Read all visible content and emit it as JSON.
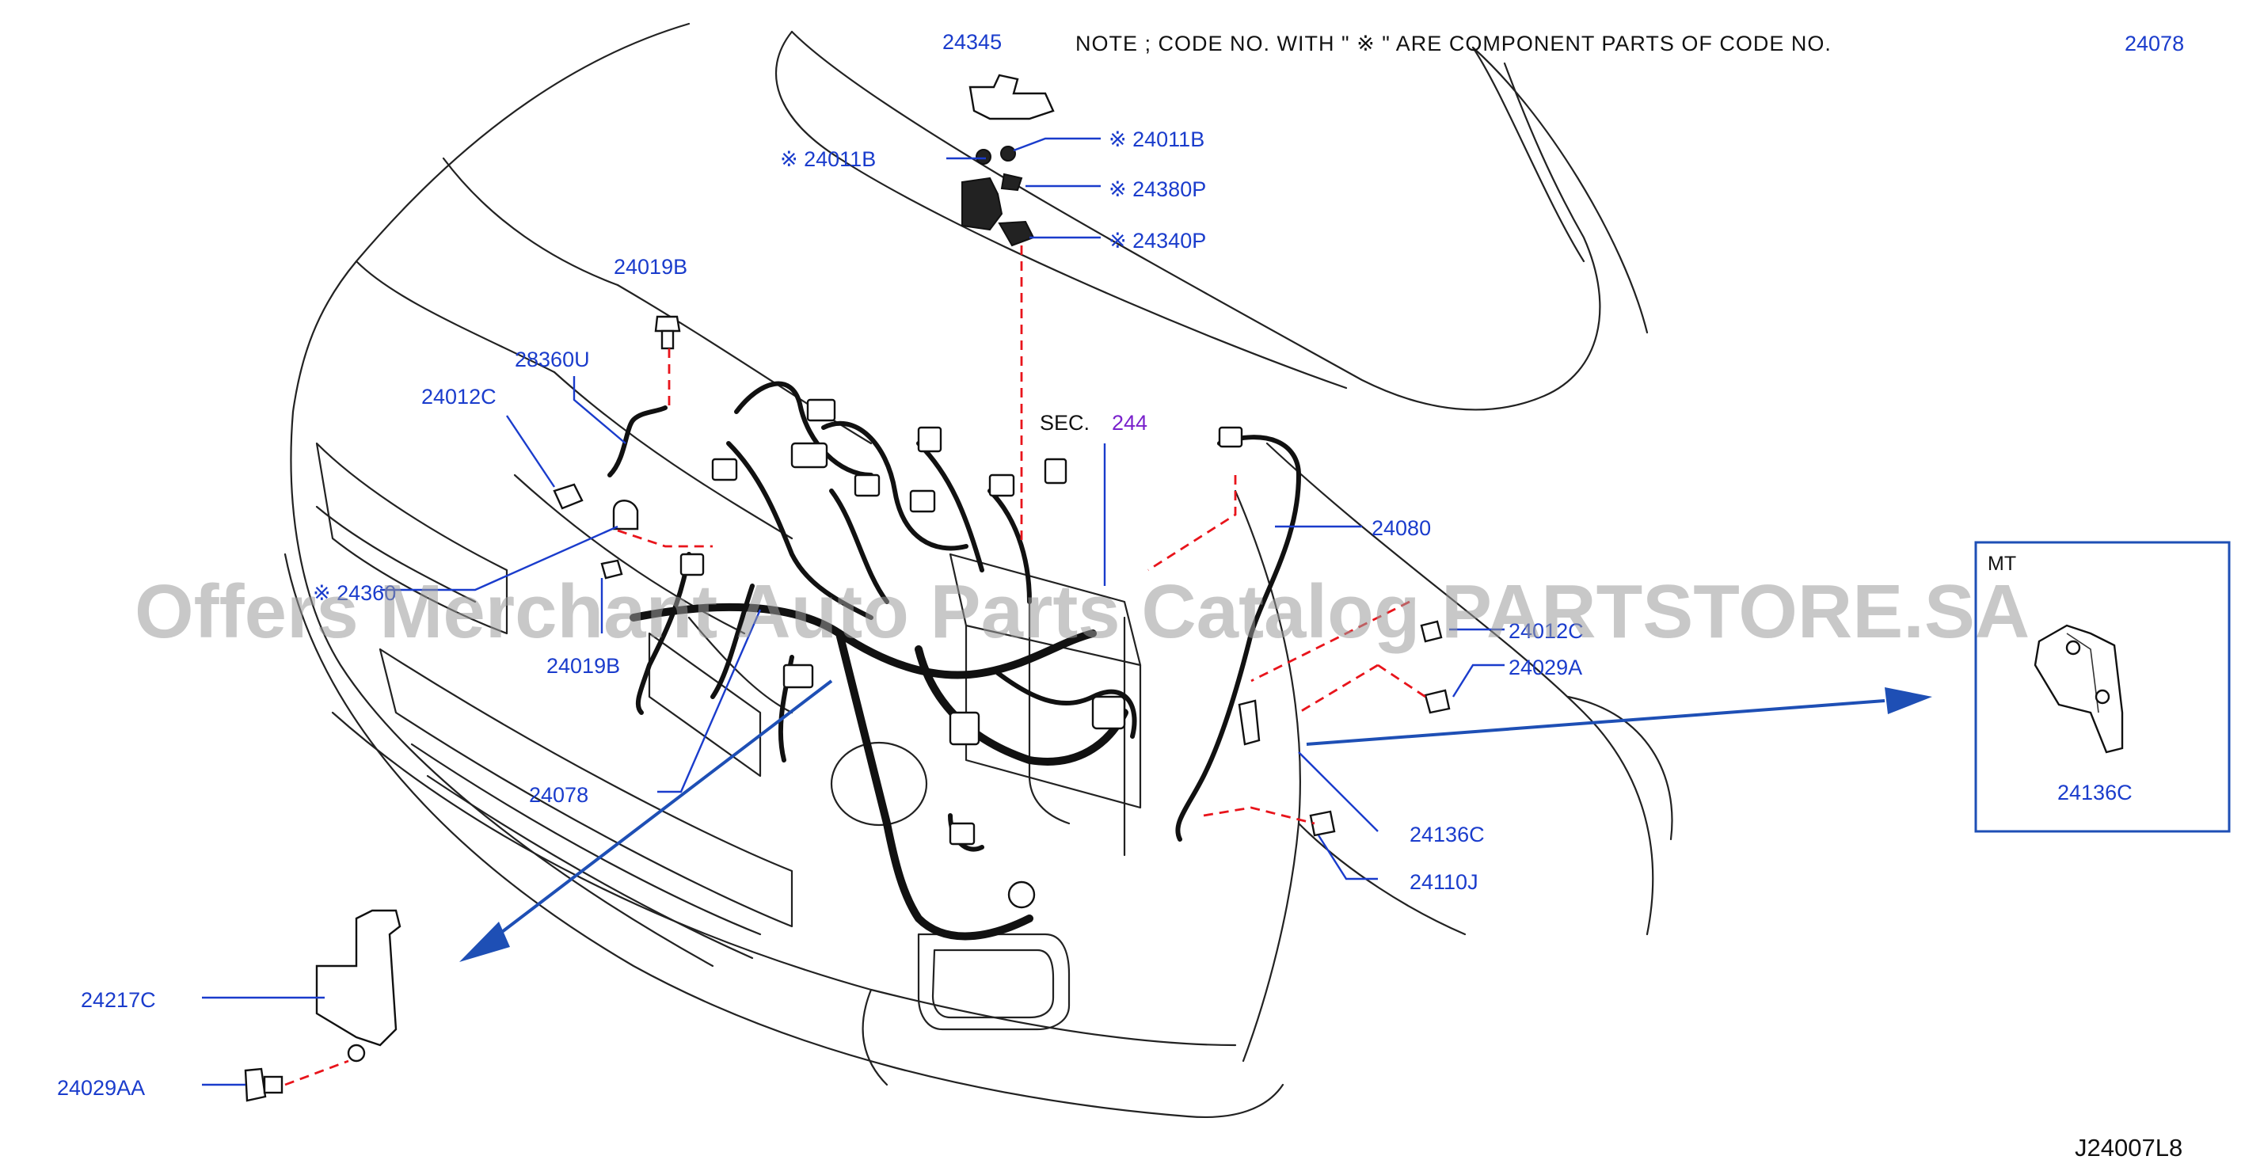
{
  "note": {
    "text": "NOTE ; CODE NO. WITH \"  ※ \" ARE COMPONENT PARTS OF CODE NO.",
    "code_ref": "24078"
  },
  "diagram_code": "J24007L8",
  "section_ref": {
    "prefix": "SEC.",
    "number": "244"
  },
  "inset": {
    "title": "MT",
    "part_label": "24136C"
  },
  "watermark": "Offers Merchant Auto Parts Catalog PARTSTORE.SA",
  "parts": {
    "p24345": "24345",
    "p24011B_left": "※ 24011B",
    "p24011B_right": "※ 24011B",
    "p24380P": "※ 24380P",
    "p24340P": "※ 24340P",
    "p24019B_top": "24019B",
    "p28360U": "28360U",
    "p24012C_left": "24012C",
    "p24360": "※ 24360",
    "p24019B_bottom": "24019B",
    "p24078": "24078",
    "p24080": "24080",
    "p24012C_right": "24012C",
    "p24029A": "24029A",
    "p24136C": "24136C",
    "p24110J": "24110J",
    "p24217C": "24217C",
    "p24029AA": "24029AA"
  },
  "colors": {
    "label": "#1a3ccc",
    "dashed_leader": "#e8141b",
    "arrow": "#1e4fb5",
    "section_number": "#7a22cc"
  }
}
